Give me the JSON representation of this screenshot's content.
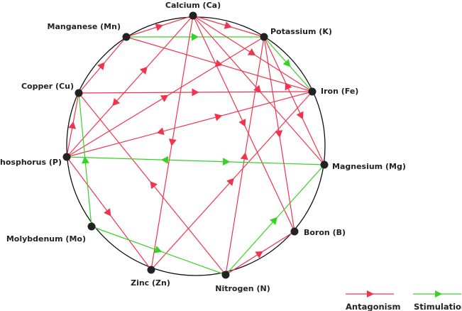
{
  "colors": {
    "antagonism": "#f2334d",
    "stimulation": "#35d424",
    "node": "#222222",
    "circle": "#111111"
  },
  "nodes": [
    {
      "id": "Ca",
      "label": "Calcium (Ca)"
    },
    {
      "id": "Mn",
      "label": "Manganese (Mn)"
    },
    {
      "id": "K",
      "label": "Potassium (K)"
    },
    {
      "id": "Cu",
      "label": "Copper (Cu)"
    },
    {
      "id": "Fe",
      "label": "Iron (Fe)"
    },
    {
      "id": "P",
      "label": "Phosphorus (P)"
    },
    {
      "id": "Mg",
      "label": "Magnesium (Mg)"
    },
    {
      "id": "Mo",
      "label": "Molybdenum (Mo)"
    },
    {
      "id": "B",
      "label": "Boron (B)"
    },
    {
      "id": "Zn",
      "label": "Zinc (Zn)"
    },
    {
      "id": "N",
      "label": "Nitrogen (N)"
    }
  ],
  "edges": [
    {
      "from": "Mn",
      "to": "Ca",
      "type": "antagonism"
    },
    {
      "from": "Ca",
      "to": "K",
      "type": "antagonism"
    },
    {
      "from": "Mn",
      "to": "K",
      "type": "stimulation"
    },
    {
      "from": "Mn",
      "to": "Fe",
      "type": "antagonism"
    },
    {
      "from": "Ca",
      "to": "P",
      "type": "antagonism"
    },
    {
      "from": "P",
      "to": "Ca",
      "type": "antagonism"
    },
    {
      "from": "Cu",
      "to": "Mn",
      "type": "antagonism"
    },
    {
      "from": "Cu",
      "to": "Fe",
      "type": "antagonism"
    },
    {
      "from": "Ca",
      "to": "Zn",
      "type": "antagonism"
    },
    {
      "from": "Ca",
      "to": "B",
      "type": "antagonism"
    },
    {
      "from": "Ca",
      "to": "Mg",
      "type": "antagonism"
    },
    {
      "from": "Ca",
      "to": "Fe",
      "type": "antagonism"
    },
    {
      "from": "P",
      "to": "K",
      "type": "antagonism"
    },
    {
      "from": "P",
      "to": "Fe",
      "type": "antagonism"
    },
    {
      "from": "Fe",
      "to": "P",
      "type": "antagonism"
    },
    {
      "from": "N",
      "to": "Cu",
      "type": "antagonism"
    },
    {
      "from": "P",
      "to": "Zn",
      "type": "antagonism"
    },
    {
      "from": "Zn",
      "to": "Fe",
      "type": "antagonism"
    },
    {
      "from": "N",
      "to": "K",
      "type": "antagonism"
    },
    {
      "from": "N",
      "to": "Mg",
      "type": "stimulation"
    },
    {
      "from": "N",
      "to": "B",
      "type": "antagonism"
    },
    {
      "from": "Mo",
      "to": "N",
      "type": "stimulation"
    },
    {
      "from": "Mo",
      "to": "Cu",
      "type": "stimulation"
    },
    {
      "from": "P",
      "to": "Mg",
      "type": "stimulation"
    },
    {
      "from": "Mg",
      "to": "P",
      "type": "stimulation"
    },
    {
      "from": "K",
      "to": "Fe",
      "type": "stimulation"
    },
    {
      "from": "P",
      "to": "Cu",
      "type": "antagonism"
    },
    {
      "from": "K",
      "to": "B",
      "type": "antagonism"
    },
    {
      "from": "K",
      "to": "Mg",
      "type": "antagonism"
    },
    {
      "from": "Mg",
      "to": "K",
      "type": "antagonism"
    }
  ],
  "legend": {
    "antagonism": "Antagonism",
    "stimulation": "Stimulation"
  }
}
